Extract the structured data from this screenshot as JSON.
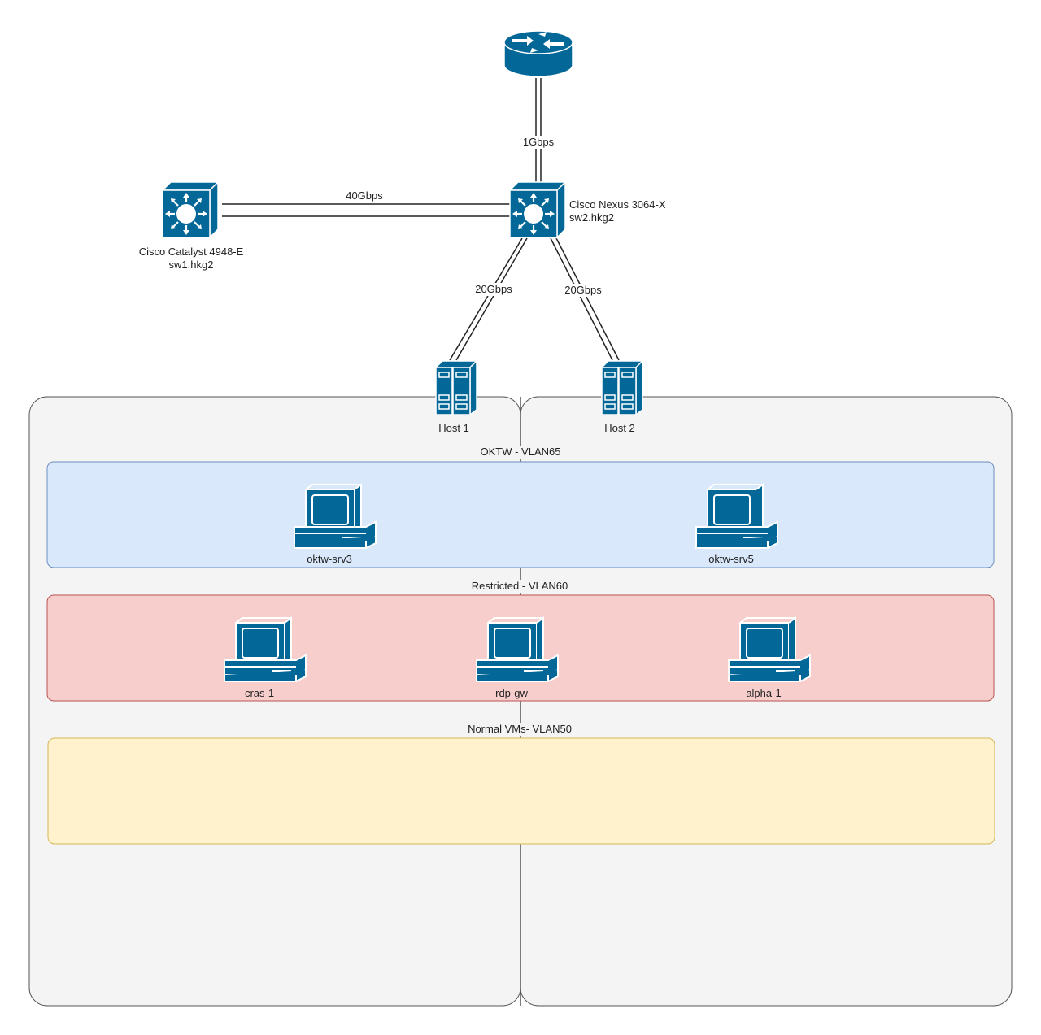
{
  "diagram": {
    "router": {
      "name": "router-icon"
    },
    "devices": {
      "sw1": {
        "model": "Cisco Catalyst 4948-E",
        "hostname": "sw1.hkg2",
        "icon": "layer3-switch-icon"
      },
      "sw2": {
        "model": "Cisco Nexus 3064-X",
        "hostname": "sw2.hkg2",
        "icon": "layer3-switch-icon"
      }
    },
    "links": {
      "router_sw2": "1Gbps",
      "sw1_sw2": "40Gbps",
      "sw2_host1": "20Gbps",
      "sw2_host2": "20Gbps"
    },
    "hosts": [
      {
        "label": "Host 1",
        "icon": "server-icon"
      },
      {
        "label": "Host 2",
        "icon": "server-icon"
      }
    ],
    "vlans": [
      {
        "label": "OKTW - VLAN65",
        "fill": "#dae8fc",
        "stroke": "#6c8ebf",
        "vms": [
          "oktw-srv3",
          "oktw-srv5"
        ]
      },
      {
        "label": "Restricted - VLAN60",
        "fill": "#f8cecc",
        "stroke": "#b85450",
        "vms": [
          "cras-1",
          "rdp-gw",
          "alpha-1"
        ]
      },
      {
        "label": "Normal VMs- VLAN50",
        "fill": "#fff2cc",
        "stroke": "#d6b656",
        "vms": []
      }
    ]
  },
  "colors": {
    "cisco_blue": "#036897",
    "link": "#222222",
    "host_container": "#f4f4f4"
  }
}
